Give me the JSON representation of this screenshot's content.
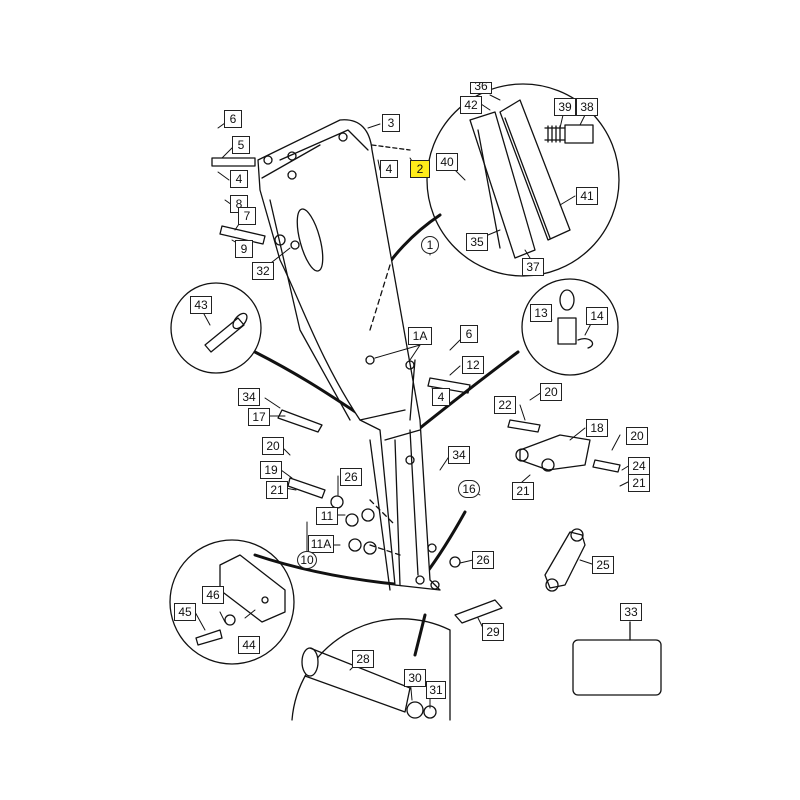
{
  "diagram": {
    "highlight_color": "#ffec1a",
    "line_color": "#111111",
    "labels": {
      "p1": "1",
      "p1a": "1A",
      "p2": "2",
      "p3": "3",
      "p4a": "4",
      "p4b": "4",
      "p4c": "4",
      "p5": "5",
      "p6a": "6",
      "p6b": "6",
      "p7": "7",
      "p8": "8",
      "p9": "9",
      "p10": "10",
      "p11": "11",
      "p11a": "11A",
      "p12": "12",
      "p13": "13",
      "p14": "14",
      "p16": "16",
      "p17": "17",
      "p18": "18",
      "p19": "19",
      "p20a": "20",
      "p20b": "20",
      "p20c": "20",
      "p21a": "21",
      "p21b": "21",
      "p21c": "21",
      "p22": "22",
      "p24": "24",
      "p25": "25",
      "p26a": "26",
      "p26b": "26",
      "p28": "28",
      "p29": "29",
      "p30": "30",
      "p31": "31",
      "p32": "32",
      "p33": "33",
      "p34a": "34",
      "p34b": "34",
      "p35": "35",
      "p36": "36",
      "p37": "37",
      "p38": "38",
      "p39": "39",
      "p40": "40",
      "p41": "41",
      "p42": "42",
      "p43": "43",
      "p44": "44",
      "p45": "45",
      "p46": "46"
    }
  }
}
